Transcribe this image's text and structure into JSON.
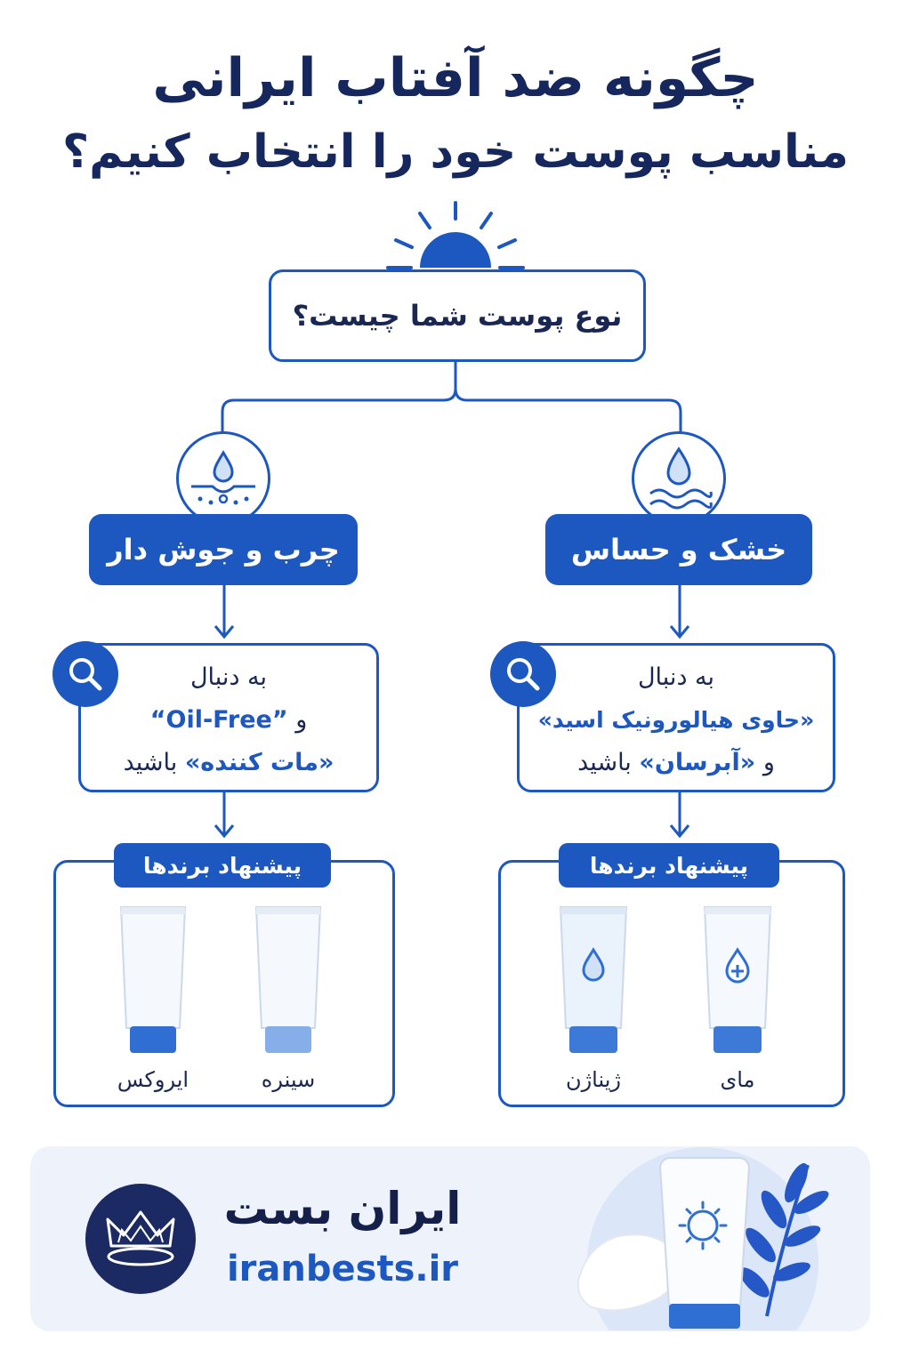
{
  "title": {
    "line1": "چگونه ضد آفتاب ایرانی",
    "line2": "مناسب پوست خود را انتخاب کنیم؟"
  },
  "question": "نوع پوست شما چیست؟",
  "branches": {
    "oily": {
      "label": "چرب و جوش دار",
      "advice": {
        "line1": "به دنبال",
        "oil_free": "“Oil-Free”",
        "and": "و",
        "mat": "«مات کننده»",
        "suffix": "باشید"
      },
      "brands_title": "پیشنهاد برندها",
      "brand1": "ایروکس",
      "brand2": "سینره"
    },
    "dry": {
      "label": "خشک و حساس",
      "advice": {
        "line1": "به دنبال",
        "hyaluronic": "«حاوی هیالورونیک اسید»",
        "and": "و",
        "hydrating": "«آبرسان»",
        "suffix": "باشید"
      },
      "brands_title": "پیشنهاد برندها",
      "brand1": "ژیناژن",
      "brand2": "مای"
    }
  },
  "footer": {
    "brand": "ایران بست",
    "url": "iranbests.ir"
  },
  "colors": {
    "primary": "#1d57c0",
    "navy": "#15275c",
    "footer_bg": "#eef3fb"
  },
  "icons": [
    "sun-icon",
    "skin-pore-drop-icon",
    "water-drop-wave-icon",
    "search-icon",
    "crown-icon",
    "sunscreen-tube-icon",
    "leaf-icon"
  ]
}
